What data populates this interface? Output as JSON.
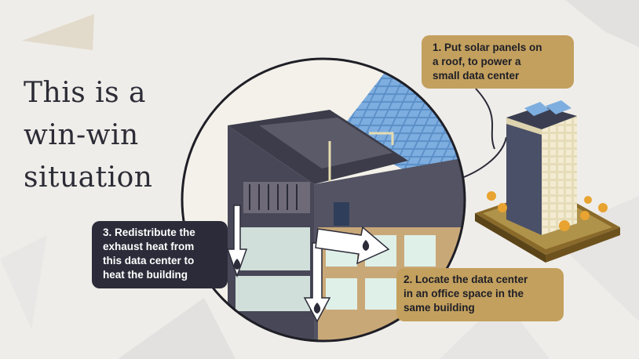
{
  "title_lines": [
    "This is a",
    "win-win",
    "situation"
  ],
  "callouts": {
    "solar": [
      "1. Put solar panels on",
      "a roof, to power a",
      "small data center"
    ],
    "locate": [
      "2. Locate the data center",
      "in an office space in the",
      "same building"
    ],
    "redistribute": [
      "3. Redistribute the",
      "exhaust heat from",
      "this data center to",
      "heat the building"
    ]
  },
  "colors": {
    "background": "#efede9",
    "gold": "#c3a05e",
    "dark": "#2b2b39",
    "building": "#474757",
    "solar_blue": "#5b8fc7"
  }
}
